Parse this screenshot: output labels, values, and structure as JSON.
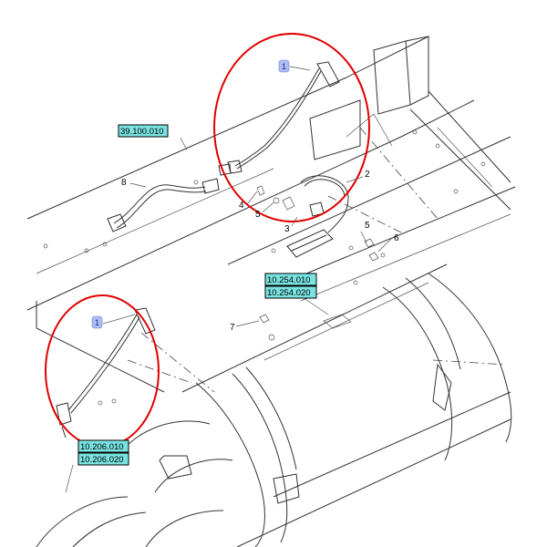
{
  "references": {
    "ref_top": "39.100.010",
    "ref_mid_1": "10.254.010",
    "ref_mid_2": "10.254.020",
    "ref_low_1": "10.206.010",
    "ref_low_2": "10.206.020"
  },
  "badges": {
    "badge_top": "1",
    "badge_low": "1"
  },
  "callouts": {
    "c2": "2",
    "c3": "3",
    "c4": "4",
    "c5a": "5",
    "c5b": "5",
    "c6": "6",
    "c7": "7",
    "c8": "8"
  },
  "colors": {
    "highlight_circle": "#e00000",
    "reference_box": "#78e3e0",
    "badge": "#aebdf5"
  }
}
